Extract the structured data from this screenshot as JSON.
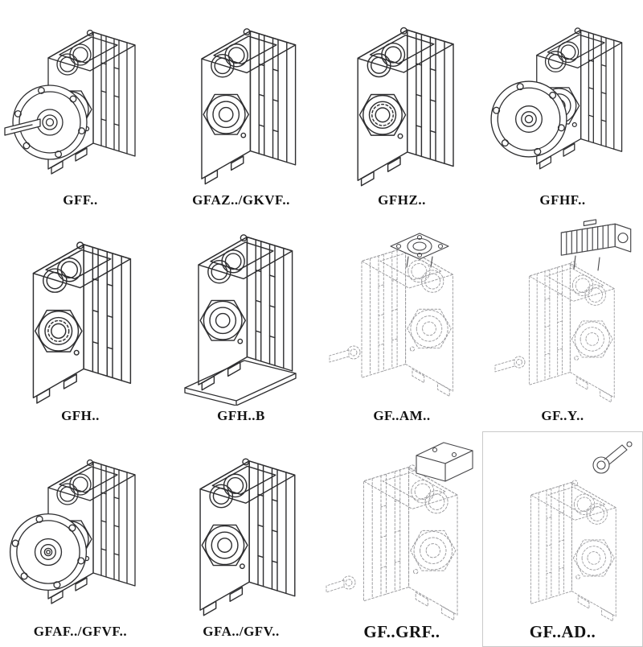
{
  "style": {
    "background": "#ffffff",
    "ink_color": "#2e2e30",
    "phantom_line_color": "#9b9b9e"
  },
  "grid": {
    "cells": [
      {
        "label": "GFF..",
        "drawing": "flange-mounted-gear-unit-with-output-shaft"
      },
      {
        "label": "GFAZ../GKVF..",
        "drawing": "shaft-mounted-gear-unit-front-bores"
      },
      {
        "label": "GFHZ..",
        "drawing": "hollow-shaft-gear-unit"
      },
      {
        "label": "GFHF..",
        "drawing": "hollow-shaft-flange-mounted-gear-unit"
      },
      {
        "label": "GFH..",
        "drawing": "hollow-shaft-gear-unit-bearing-view"
      },
      {
        "label": "GFH..B",
        "drawing": "hollow-shaft-gear-unit-with-foot-base"
      },
      {
        "label": "GF..AM..",
        "drawing": "gear-unit-with-iec-input-flange-phantom"
      },
      {
        "label": "GF..Y..",
        "drawing": "gear-unit-with-mounted-motor-phantom"
      },
      {
        "label": "GFAF../GFVF..",
        "drawing": "flange-mounted-gear-unit-hollow-output"
      },
      {
        "label": "GFA../GFV..",
        "drawing": "shaft-mounted-gear-unit"
      },
      {
        "label": "GF..GRF..",
        "drawing": "gear-unit-with-backstop-cover-phantom"
      },
      {
        "label": "GF..AD..",
        "drawing": "gear-unit-with-input-shaft-adapter-phantom"
      }
    ]
  }
}
